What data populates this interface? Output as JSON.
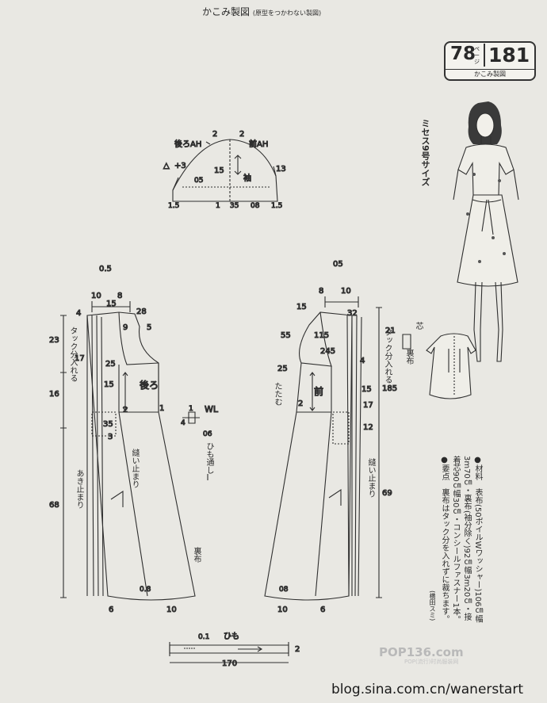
{
  "header": {
    "title": "かこみ製図",
    "subtitle": "(原型をつかわない製図)"
  },
  "page_ref": {
    "p1": "78",
    "p_unit": "ページ",
    "p2": "181",
    "label": "かこみ製図"
  },
  "size_label": "ミセス9号サイズ",
  "sleeve": {
    "back_ah": "後ろAH",
    "front_ah": "前AH",
    "sleeve": "袖",
    "delta": "△",
    "plus3": "+3",
    "n2a": "2",
    "n2b": "2",
    "n15": "15",
    "n13": "13",
    "n05": "05",
    "n1": "1",
    "n35": "35",
    "n08": "08",
    "n15l": "1.5",
    "n15r": "1.5"
  },
  "back": {
    "label": "後ろ",
    "tuck": "タック分入れる",
    "opening": "あき止まり",
    "stitch": "縫い止まり",
    "n05": "0.5",
    "n10": "10",
    "n8": "8",
    "n15": "15",
    "n28": "28",
    "n23": "23",
    "n16": "16",
    "n68": "68",
    "n4a": "4",
    "n5": "5",
    "n9": "9",
    "n25": "25",
    "n17": "17",
    "n2": "2",
    "n1": "1",
    "n35": "35",
    "n6": "6",
    "n10b": "10",
    "n08": "0.8",
    "n3": "3",
    "n15b": "15"
  },
  "front": {
    "label": "前",
    "tuck": "タック分入れる",
    "tatamu": "たたむ",
    "stitch": "縫い止まり",
    "lining": "裏布",
    "n05": "05",
    "n8": "8",
    "n10": "10",
    "n15": "15",
    "n32": "32",
    "n55": "55",
    "n115": "115",
    "n245": "245",
    "n25": "25",
    "n15b": "15",
    "n4": "4",
    "n2": "2",
    "n17": "17",
    "n12": "12",
    "n185": "185",
    "n69": "69",
    "n6": "6",
    "n10b": "10",
    "n08": "08",
    "n21": "21"
  },
  "wl": {
    "wl": "WL",
    "n06": "06",
    "himo": "ひも通し",
    "n1": "1",
    "n4": "4"
  },
  "lining_mark": {
    "text": "裏布"
  },
  "sidemark": {
    "shin": "芯",
    "ura": "裏布"
  },
  "tie": {
    "label": "ひも",
    "n01": "0.1",
    "n2": "2",
    "n170": "170"
  },
  "notes": {
    "lines": [
      "●材料　表布(50ボイルWワッシャー)106㎝幅",
      "3m70㎝・裏布(袖分除く)92㎝幅3m20㎝・接",
      "着芯90㎝幅30㎝・コンシールファスナー1本。",
      "●要点　裏布はタック分を入れずに裁ちます。"
    ]
  },
  "credit": "(横田スミ)",
  "watermark": {
    "brand": "POP136.com",
    "sub": "POP(流行)时尚服装网"
  },
  "blog": "blog.sina.com.cn/wanerstart"
}
